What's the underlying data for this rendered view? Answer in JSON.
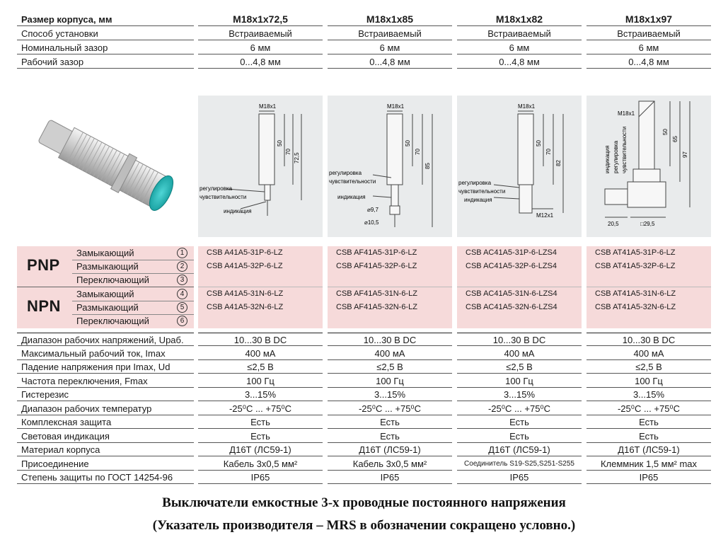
{
  "header": {
    "label": "Размер корпуса, мм",
    "models": [
      "M18x1x72,5",
      "M18x1x85",
      "M18x1x82",
      "M18x1x97"
    ]
  },
  "top_rows": [
    {
      "label": "Способ установки",
      "values": [
        "Встраиваемый",
        "Встраиваемый",
        "Встраиваемый",
        "Встраиваемый"
      ]
    },
    {
      "label": "Номинальный зазор",
      "values": [
        "6 мм",
        "6 мм",
        "6 мм",
        "6 мм"
      ]
    },
    {
      "label": "Рабочий зазор",
      "values": [
        "0...4,8 мм",
        "0...4,8 мм",
        "0...4,8 мм",
        "0...4,8 мм"
      ]
    }
  ],
  "drawings": [
    {
      "thread": "M18x1",
      "dims": [
        "50",
        "70",
        "72,5"
      ],
      "notes": [
        "регулировка",
        "чувствительности",
        "индикация"
      ]
    },
    {
      "thread": "M18x1",
      "dims": [
        "50",
        "70",
        "85"
      ],
      "notes": [
        "регулировка",
        "чувствительности",
        "индикация",
        "⌀9,7",
        "⌀10,5"
      ]
    },
    {
      "thread": "M18x1",
      "dims": [
        "50",
        "70",
        "82"
      ],
      "notes": [
        "регулировка",
        "чувствительности",
        "индикация",
        "M12x1"
      ]
    },
    {
      "thread": "M18x1",
      "dims": [
        "50",
        "65",
        "97"
      ],
      "notes": [
        "индикация",
        "регулировка",
        "чувствительности",
        "20,5",
        "□29,5"
      ]
    }
  ],
  "outputs": {
    "pnp_label": "PNP",
    "npn_label": "NPN",
    "rows": [
      {
        "sub": "Замыкающий",
        "num": "1",
        "codes": [
          "CSB  A41A5-31P-6-LZ",
          "CSB  AF41A5-31P-6-LZ",
          "CSB  AC41A5-31P-6-LZS4",
          "CSB  AT41A5-31P-6-LZ"
        ]
      },
      {
        "sub": "Размыкающий",
        "num": "2",
        "codes": [
          "CSB  A41A5-32P-6-LZ",
          "CSB  AF41A5-32P-6-LZ",
          "CSB  AC41A5-32P-6-LZS4",
          "CSB  AT41A5-32P-6-LZ"
        ]
      },
      {
        "sub": "Переключающий",
        "num": "3",
        "codes": [
          "",
          "",
          "",
          ""
        ]
      },
      {
        "sub": "Замыкающий",
        "num": "4",
        "codes": [
          "CSB  A41A5-31N-6-LZ",
          "CSB  AF41A5-31N-6-LZ",
          "CSB  AC41A5-31N-6-LZS4",
          "CSB  AT41A5-31N-6-LZ"
        ]
      },
      {
        "sub": "Размыкающий",
        "num": "5",
        "codes": [
          "CSB  A41A5-32N-6-LZ",
          "CSB  AF41A5-32N-6-LZ",
          "CSB  AC41A5-32N-6-LZS4",
          "CSB  AT41A5-32N-6-LZ"
        ]
      },
      {
        "sub": "Переключающий",
        "num": "6",
        "codes": [
          "",
          "",
          "",
          ""
        ]
      }
    ]
  },
  "specs": [
    {
      "label": "Диапазон рабочих напряжений, Uраб.",
      "values": [
        "10...30 В DC",
        "10...30 В DC",
        "10...30 В DC",
        "10...30 В DC"
      ]
    },
    {
      "label": "Максимальный рабочий ток, Imax",
      "values": [
        "400 мА",
        "400 мА",
        "400 мА",
        "400 мА"
      ]
    },
    {
      "label": "Падение напряжения при Imax, Ud",
      "values": [
        "≤2,5 В",
        "≤2,5 В",
        "≤2,5 В",
        "≤2,5 В"
      ]
    },
    {
      "label": "Частота переключения, Fmax",
      "values": [
        "100 Гц",
        "100 Гц",
        "100 Гц",
        "100 Гц"
      ]
    },
    {
      "label": "Гистерезис",
      "values": [
        "3...15%",
        "3...15%",
        "3...15%",
        "3...15%"
      ]
    },
    {
      "label": "Диапазон рабочих температур",
      "values": [
        "-25⁰С ... +75⁰С",
        "-25⁰С ... +75⁰С",
        "-25⁰С ... +75⁰С",
        "-25⁰С ... +75⁰С"
      ]
    },
    {
      "label": "Комплексная защита",
      "values": [
        "Есть",
        "Есть",
        "Есть",
        "Есть"
      ]
    },
    {
      "label": "Световая индикация",
      "values": [
        "Есть",
        "Есть",
        "Есть",
        "Есть"
      ]
    },
    {
      "label": "Материал корпуса",
      "values": [
        "Д16Т (ЛС59-1)",
        "Д16Т (ЛС59-1)",
        "Д16Т (ЛС59-1)",
        "Д16Т (ЛС59-1)"
      ]
    },
    {
      "label": "Присоединение",
      "values": [
        "Кабель 3x0,5 мм²",
        "Кабель 3x0,5  мм²",
        "Соединитель S19-S25,S251-S255",
        "Клеммник 1,5 мм² max"
      ]
    },
    {
      "label": "Степень защиты по ГОСТ 14254-96",
      "values": [
        "IP65",
        "IP65",
        "IP65",
        "IP65"
      ]
    }
  ],
  "caption": {
    "line1": "Выключатели емкостные 3-х проводные постоянного напряжения",
    "line2": "(Указатель производителя – MRS в обозначении сокращено условно.)"
  },
  "colors": {
    "band": "#f6dada",
    "panel": "#e9ebec",
    "sensor_face": "#1fb8b8",
    "sensor_body": "#d8d8d8"
  }
}
